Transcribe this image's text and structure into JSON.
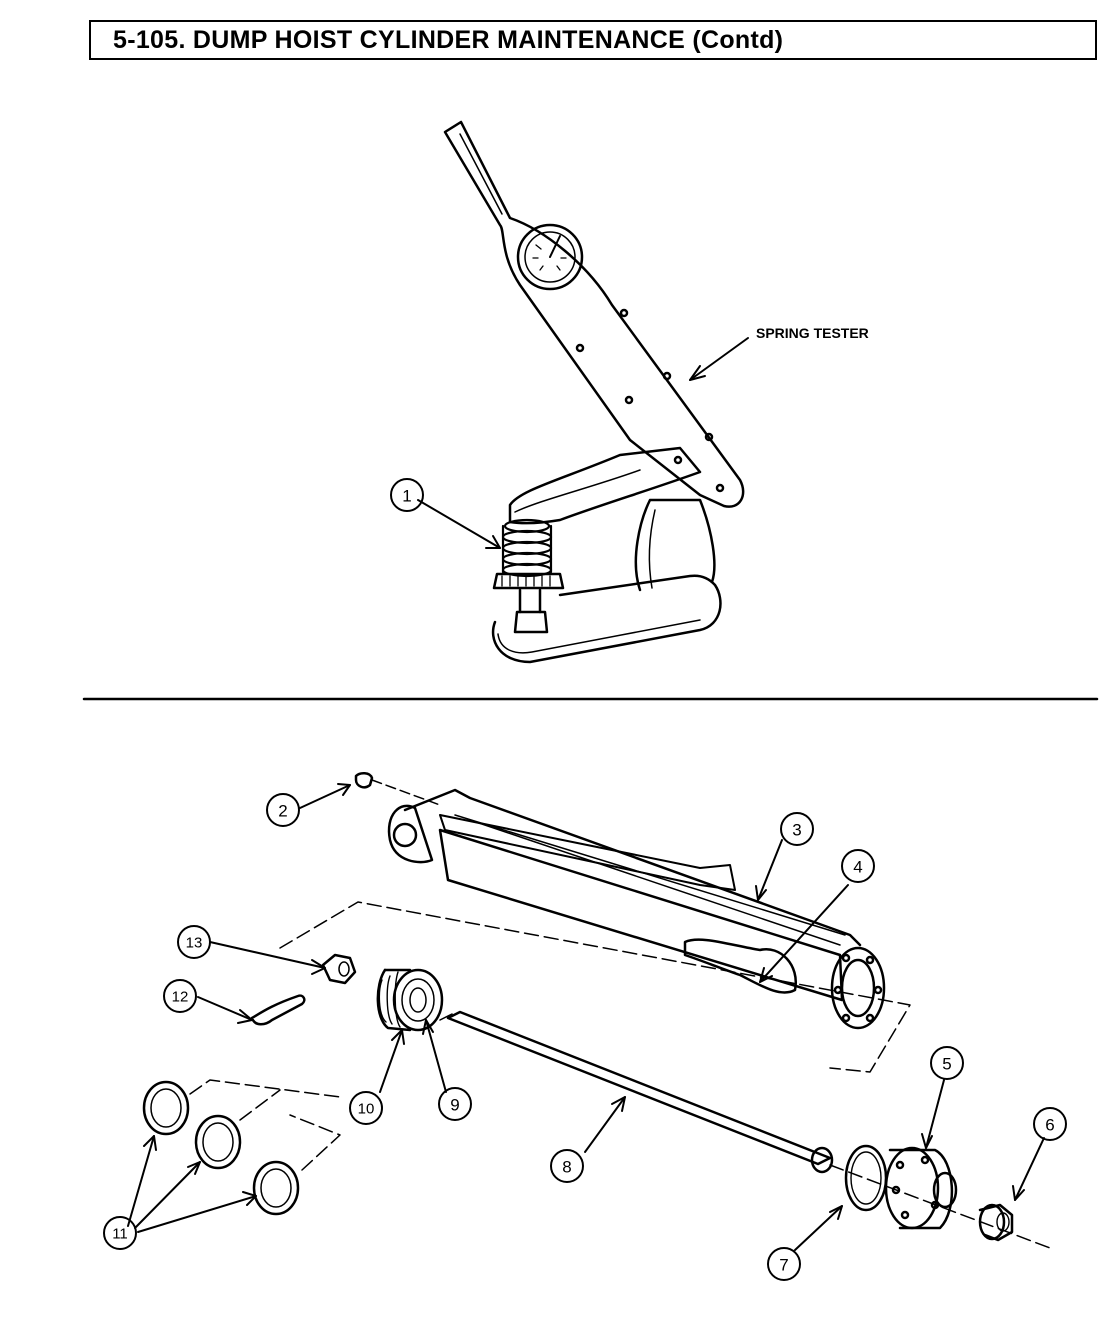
{
  "header": {
    "title": "5-105. DUMP HOIST CYLINDER MAINTENANCE (Contd)"
  },
  "figure_top": {
    "label": "SPRING TESTER",
    "callouts": [
      "1"
    ]
  },
  "figure_bottom": {
    "callouts": [
      "2",
      "3",
      "4",
      "5",
      "6",
      "7",
      "8",
      "9",
      "10",
      "11",
      "12",
      "13"
    ]
  }
}
